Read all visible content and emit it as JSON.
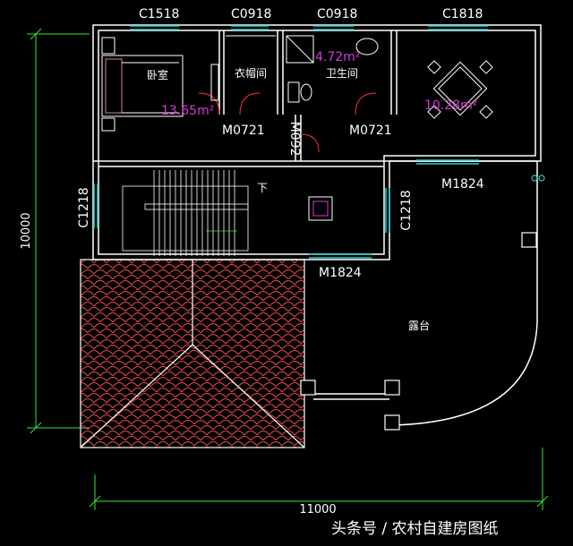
{
  "windows": {
    "c1518": "C1518",
    "c0918_a": "C0918",
    "c0918_b": "C0918",
    "c1818": "C1818",
    "c1218_left": "C1218",
    "c1218_right": "C1218"
  },
  "doors": {
    "m0721_a": "M0721",
    "m092": "M092",
    "m0721_b": "M0721",
    "m1824_top": "M1824",
    "m1824_bottom": "M1824"
  },
  "rooms": {
    "bedroom": "卧室",
    "bedroom_area": "13.65m²",
    "closet": "衣帽间",
    "bathroom": "卫生间",
    "bathroom_area": "4.72m²",
    "dining_area": "10.28m²",
    "terrace": "露台",
    "stair_down": "下"
  },
  "dimensions": {
    "height": "10000",
    "width": "11000"
  },
  "watermark": "头条号 / 农村自建房图纸",
  "colors": {
    "wall": "#ffffff",
    "window": "#2fc9c9",
    "dim_line": "#3ee03e",
    "area_text": "#d63ad6",
    "roof": "#d04646",
    "door": "#ff3030"
  }
}
